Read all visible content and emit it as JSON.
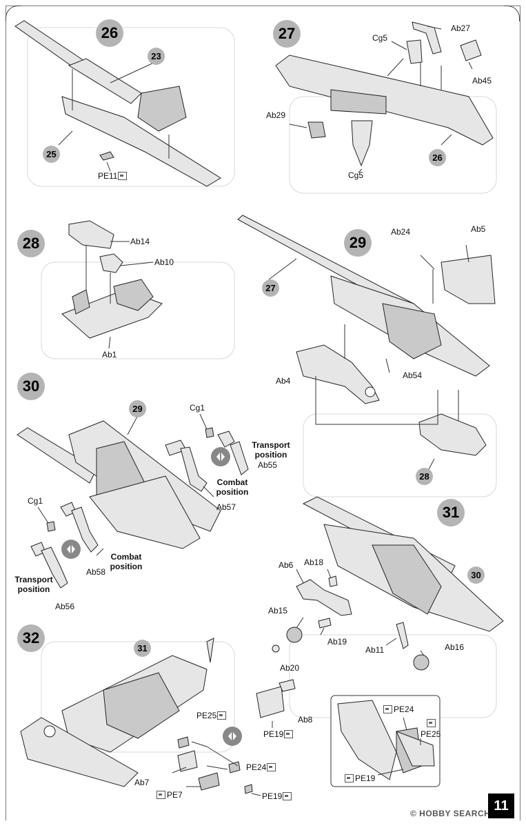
{
  "steps": [
    {
      "num": "26",
      "refs": [
        "23",
        "25"
      ],
      "labels": [
        "PE11"
      ]
    },
    {
      "num": "27",
      "refs": [
        "26"
      ],
      "labels": [
        "Cg5",
        "Ab27",
        "Ab45",
        "Ab29",
        "Cg5"
      ]
    },
    {
      "num": "28",
      "refs": [],
      "labels": [
        "Ab14",
        "Ab10",
        "Ab1"
      ]
    },
    {
      "num": "29",
      "refs": [
        "27",
        "28"
      ],
      "labels": [
        "Ab24",
        "Ab5",
        "Ab4",
        "Ab54"
      ]
    },
    {
      "num": "30",
      "refs": [
        "29"
      ],
      "labels": [
        "Cg1",
        "Transport position",
        "Ab55",
        "Combat position",
        "Ab57",
        "Cg1",
        "Combat position",
        "Ab58",
        "Transport position",
        "Ab56"
      ]
    },
    {
      "num": "31",
      "refs": [
        "30"
      ],
      "labels": [
        "Ab6",
        "Ab18",
        "Ab15",
        "Ab19",
        "Ab11",
        "Ab16",
        "Ab20"
      ]
    },
    {
      "num": "32",
      "refs": [
        "31"
      ],
      "labels": [
        "PE25",
        "PE24",
        "Ab7",
        "PE7",
        "PE19",
        "Ab8",
        "PE19"
      ]
    }
  ],
  "inset": {
    "labels": [
      "PE24",
      "PE25",
      "PE19"
    ]
  },
  "page_number": "11",
  "watermark": "© HOBBY SEARCH"
}
